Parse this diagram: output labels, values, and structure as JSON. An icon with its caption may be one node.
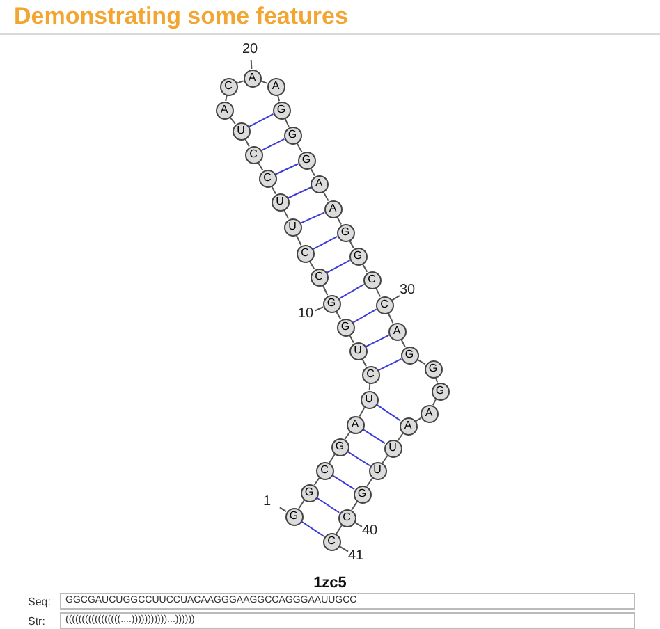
{
  "diagram": {
    "title": "Demonstrating some features",
    "caption": "1zc5",
    "nodes": [
      {
        "text": [
          "G"
        ]
      },
      {
        "text": [
          "G"
        ]
      },
      {
        "text": [
          "C"
        ]
      },
      {
        "text": [
          "G"
        ]
      },
      {
        "text": [
          "A"
        ]
      },
      {
        "text": [
          "U"
        ]
      },
      {
        "text": [
          "C"
        ]
      },
      {
        "text": [
          "U"
        ]
      },
      {
        "text": [
          "G"
        ]
      },
      {
        "text": [
          "G"
        ]
      },
      {
        "text": [
          "C"
        ]
      },
      {
        "text": [
          "C"
        ]
      },
      {
        "text": [
          "U"
        ]
      },
      {
        "text": [
          "U"
        ]
      },
      {
        "text": [
          "C"
        ]
      },
      {
        "text": [
          "C"
        ]
      },
      {
        "text": [
          "U"
        ]
      },
      {
        "text": [
          "A"
        ]
      },
      {
        "text": [
          "C"
        ]
      },
      {
        "text": [
          "A"
        ]
      },
      {
        "text": [
          "A"
        ]
      },
      {
        "text": [
          "G"
        ]
      },
      {
        "text": [
          "G"
        ]
      },
      {
        "text": [
          "G"
        ]
      },
      {
        "text": [
          "A"
        ]
      },
      {
        "text": [
          "A"
        ]
      },
      {
        "text": [
          "G"
        ]
      },
      {
        "text": [
          "G"
        ]
      },
      {
        "text": [
          "C"
        ]
      },
      {
        "text": [
          "C"
        ]
      },
      {
        "text": [
          "A"
        ]
      },
      {
        "text": [
          "G"
        ]
      },
      {
        "text": [
          "G"
        ]
      },
      {
        "text": [
          "G"
        ]
      },
      {
        "text": [
          "A"
        ]
      },
      {
        "text": [
          "A"
        ]
      },
      {
        "text": [
          "U"
        ]
      },
      {
        "text": [
          "U"
        ]
      },
      {
        "text": [
          "G"
        ]
      },
      {
        "text": [
          "C"
        ]
      },
      {
        "text": [
          "C"
        ]
      },
      {
        "text": [
          "20"
        ]
      },
      {
        "text": [
          "30"
        ]
      },
      {
        "text": [
          "10"
        ]
      },
      {
        "text": [
          "1"
        ]
      },
      {
        "text": [
          "40"
        ]
      },
      {
        "text": [
          "41"
        ]
      }
    ],
    "edges": [
      {
        "from": 0,
        "to": 1,
        "arrow": "none"
      },
      {
        "from": 1,
        "to": 2,
        "arrow": "none"
      },
      {
        "from": 2,
        "to": 3,
        "arrow": "none"
      },
      {
        "from": 3,
        "to": 4,
        "arrow": "none"
      },
      {
        "from": 4,
        "to": 5,
        "arrow": "none"
      },
      {
        "from": 5,
        "to": 6,
        "arrow": "none"
      },
      {
        "from": 6,
        "to": 7,
        "arrow": "none"
      },
      {
        "from": 7,
        "to": 8,
        "arrow": "none"
      },
      {
        "from": 8,
        "to": 9,
        "arrow": "none"
      },
      {
        "from": 9,
        "to": 10,
        "arrow": "none"
      },
      {
        "from": 10,
        "to": 11,
        "arrow": "none"
      },
      {
        "from": 11,
        "to": 12,
        "arrow": "none"
      },
      {
        "from": 12,
        "to": 13,
        "arrow": "none"
      },
      {
        "from": 13,
        "to": 14,
        "arrow": "none"
      },
      {
        "from": 14,
        "to": 15,
        "arrow": "none"
      },
      {
        "from": 15,
        "to": 16,
        "arrow": "none"
      },
      {
        "from": 16,
        "to": 17,
        "arrow": "none"
      },
      {
        "from": 17,
        "to": 18,
        "arrow": "none"
      },
      {
        "from": 18,
        "to": 19,
        "arrow": "none"
      },
      {
        "from": 19,
        "to": 20,
        "arrow": "none"
      },
      {
        "from": 20,
        "to": 21,
        "arrow": "none"
      },
      {
        "from": 21,
        "to": 22,
        "arrow": "none"
      },
      {
        "from": 22,
        "to": 23,
        "arrow": "none"
      },
      {
        "from": 23,
        "to": 24,
        "arrow": "none"
      },
      {
        "from": 24,
        "to": 25,
        "arrow": "none"
      },
      {
        "from": 25,
        "to": 26,
        "arrow": "none"
      },
      {
        "from": 26,
        "to": 27,
        "arrow": "none"
      },
      {
        "from": 27,
        "to": 28,
        "arrow": "none"
      },
      {
        "from": 28,
        "to": 29,
        "arrow": "none"
      },
      {
        "from": 29,
        "to": 30,
        "arrow": "none"
      },
      {
        "from": 30,
        "to": 31,
        "arrow": "none"
      },
      {
        "from": 31,
        "to": 32,
        "arrow": "none"
      },
      {
        "from": 32,
        "to": 33,
        "arrow": "none"
      },
      {
        "from": 33,
        "to": 34,
        "arrow": "none"
      },
      {
        "from": 34,
        "to": 35,
        "arrow": "none"
      },
      {
        "from": 35,
        "to": 36,
        "arrow": "none"
      },
      {
        "from": 36,
        "to": 37,
        "arrow": "none"
      },
      {
        "from": 37,
        "to": 38,
        "arrow": "none"
      },
      {
        "from": 38,
        "to": 39,
        "arrow": "none"
      },
      {
        "from": 39,
        "to": 40,
        "arrow": "none"
      },
      {
        "from": 0,
        "to": 40,
        "arrow": "none",
        "color": "#3b3bd9"
      },
      {
        "from": 1,
        "to": 39,
        "arrow": "none",
        "color": "#3b3bd9"
      },
      {
        "from": 2,
        "to": 38,
        "arrow": "none",
        "color": "#3b3bd9"
      },
      {
        "from": 3,
        "to": 37,
        "arrow": "none",
        "color": "#3b3bd9"
      },
      {
        "from": 4,
        "to": 36,
        "arrow": "none",
        "color": "#3b3bd9"
      },
      {
        "from": 5,
        "to": 35,
        "arrow": "none",
        "color": "#3b3bd9"
      },
      {
        "from": 6,
        "to": 31,
        "arrow": "none",
        "color": "#3b3bd9"
      },
      {
        "from": 7,
        "to": 30,
        "arrow": "none",
        "color": "#3b3bd9"
      },
      {
        "from": 8,
        "to": 29,
        "arrow": "none",
        "color": "#3b3bd9"
      },
      {
        "from": 9,
        "to": 28,
        "arrow": "none",
        "color": "#3b3bd9"
      },
      {
        "from": 10,
        "to": 27,
        "arrow": "none",
        "color": "#3b3bd9"
      },
      {
        "from": 11,
        "to": 26,
        "arrow": "none",
        "color": "#3b3bd9"
      },
      {
        "from": 12,
        "to": 25,
        "arrow": "none",
        "color": "#3b3bd9"
      },
      {
        "from": 13,
        "to": 24,
        "arrow": "none",
        "color": "#3b3bd9"
      },
      {
        "from": 14,
        "to": 23,
        "arrow": "none",
        "color": "#3b3bd9"
      },
      {
        "from": 15,
        "to": 22,
        "arrow": "none",
        "color": "#3b3bd9"
      },
      {
        "from": 16,
        "to": 21,
        "arrow": "none",
        "color": "#3b3bd9"
      },
      {
        "from": 41,
        "to": 19,
        "arrow": "none"
      },
      {
        "from": 42,
        "to": 29,
        "arrow": "none"
      },
      {
        "from": 43,
        "to": 9,
        "arrow": "none"
      },
      {
        "from": 44,
        "to": 0,
        "arrow": "none"
      },
      {
        "from": 45,
        "to": 39,
        "arrow": "none"
      },
      {
        "from": 46,
        "to": 40,
        "arrow": "none"
      }
    ],
    "labels": [
      "Seq:",
      "GGCGAUCUGGCCUUCCUACAAGGGAAGGCCAGGGAAUUGCC",
      "Str:",
      "(((((((((((((((((....)))))))))))...))))))"
    ]
  }
}
